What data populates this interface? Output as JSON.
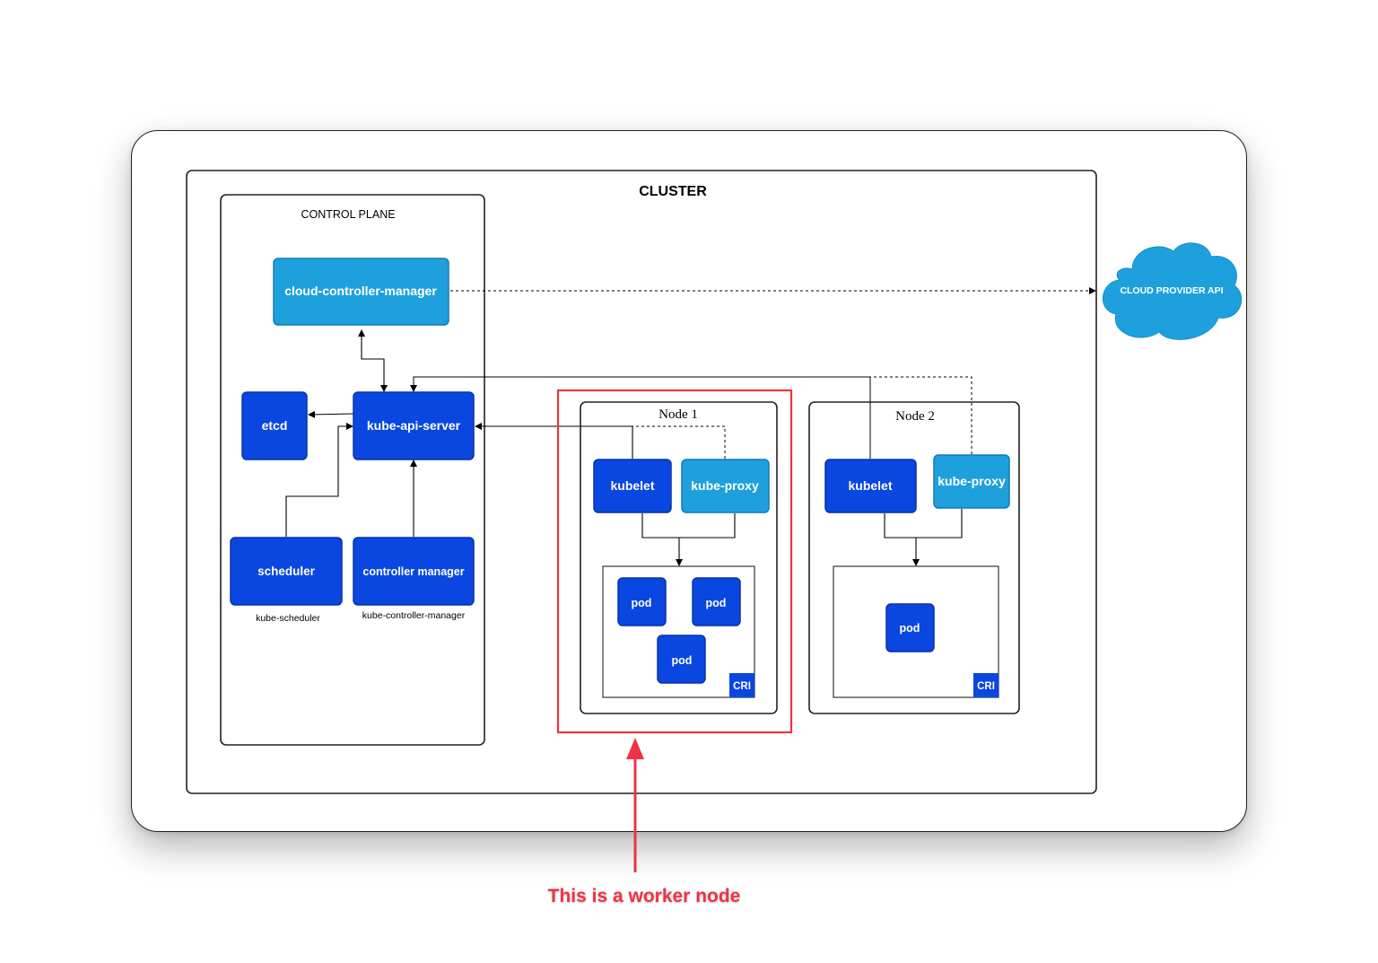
{
  "diagram": {
    "cluster_title": "CLUSTER",
    "control_plane_title": "CONTROL PLANE",
    "components": {
      "cloud_controller_manager": "cloud-controller-manager",
      "etcd": "etcd",
      "kube_api_server": "kube-api-server",
      "scheduler": "scheduler",
      "scheduler_caption": "kube-scheduler",
      "controller_manager": "controller manager",
      "controller_manager_caption": "kube-controller-manager",
      "cloud_provider_api": "CLOUD PROVIDER API"
    },
    "node1": {
      "title": "Node 1",
      "kubelet": "kubelet",
      "kube_proxy": "kube-proxy",
      "pods": [
        "pod",
        "pod",
        "pod"
      ],
      "cri": "CRI"
    },
    "node2": {
      "title": "Node 2",
      "kubelet": "kubelet",
      "kube_proxy": "kube-proxy",
      "pods": [
        "pod"
      ],
      "cri": "CRI"
    },
    "annotation": "This is a worker node"
  },
  "colors": {
    "dark_blue": "#0a47e0",
    "light_blue": "#1ea0dc",
    "highlight_red": "#ee3344"
  }
}
